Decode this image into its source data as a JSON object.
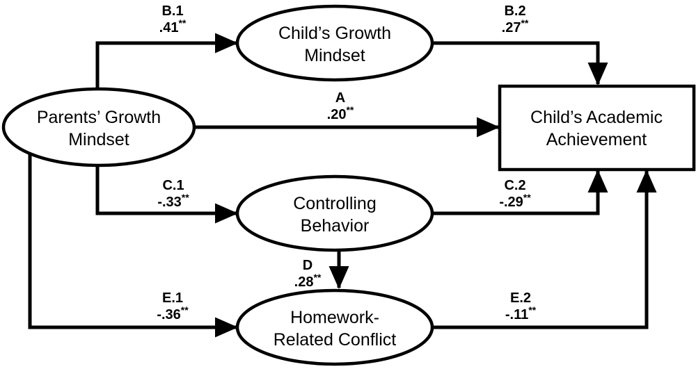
{
  "figure": {
    "type": "path-diagram",
    "background_color": "#ffffff",
    "stroke_color": "#000000",
    "node_fill": "#ffffff"
  },
  "nodes": [
    {
      "id": "parents-growth-mindset",
      "shape": "ellipse",
      "line1": "Parents’ Growth",
      "line2": "Mindset"
    },
    {
      "id": "childs-growth-mindset",
      "shape": "ellipse",
      "line1": "Child’s Growth",
      "line2": "Mindset"
    },
    {
      "id": "controlling-behavior",
      "shape": "ellipse",
      "line1": "Controlling",
      "line2": "Behavior"
    },
    {
      "id": "homework-related-conflict",
      "shape": "ellipse",
      "line1": "Homework-",
      "line2": "Related Conflict"
    },
    {
      "id": "childs-academic-achievement",
      "shape": "rectangle",
      "line1": "Child’s Academic",
      "line2": "Achievement"
    }
  ],
  "edges": [
    {
      "id": "B1",
      "label": "B.1",
      "coefficient": ".41",
      "significance": "**",
      "from": "parents-growth-mindset",
      "to": "childs-growth-mindset"
    },
    {
      "id": "B2",
      "label": "B.2",
      "coefficient": ".27",
      "significance": "**",
      "from": "childs-growth-mindset",
      "to": "childs-academic-achievement"
    },
    {
      "id": "A",
      "label": "A",
      "coefficient": ".20",
      "significance": "**",
      "from": "parents-growth-mindset",
      "to": "childs-academic-achievement"
    },
    {
      "id": "C1",
      "label": "C.1",
      "coefficient": "-.33",
      "significance": "**",
      "from": "parents-growth-mindset",
      "to": "controlling-behavior"
    },
    {
      "id": "C2",
      "label": "C.2",
      "coefficient": "-.29",
      "significance": "**",
      "from": "controlling-behavior",
      "to": "childs-academic-achievement"
    },
    {
      "id": "D",
      "label": "D",
      "coefficient": ".28",
      "significance": "**",
      "from": "controlling-behavior",
      "to": "homework-related-conflict"
    },
    {
      "id": "E1",
      "label": "E.1",
      "coefficient": "-.36",
      "significance": "**",
      "from": "parents-growth-mindset",
      "to": "homework-related-conflict"
    },
    {
      "id": "E2",
      "label": "E.2",
      "coefficient": "-.11",
      "significance": "**",
      "from": "homework-related-conflict",
      "to": "childs-academic-achievement"
    }
  ]
}
